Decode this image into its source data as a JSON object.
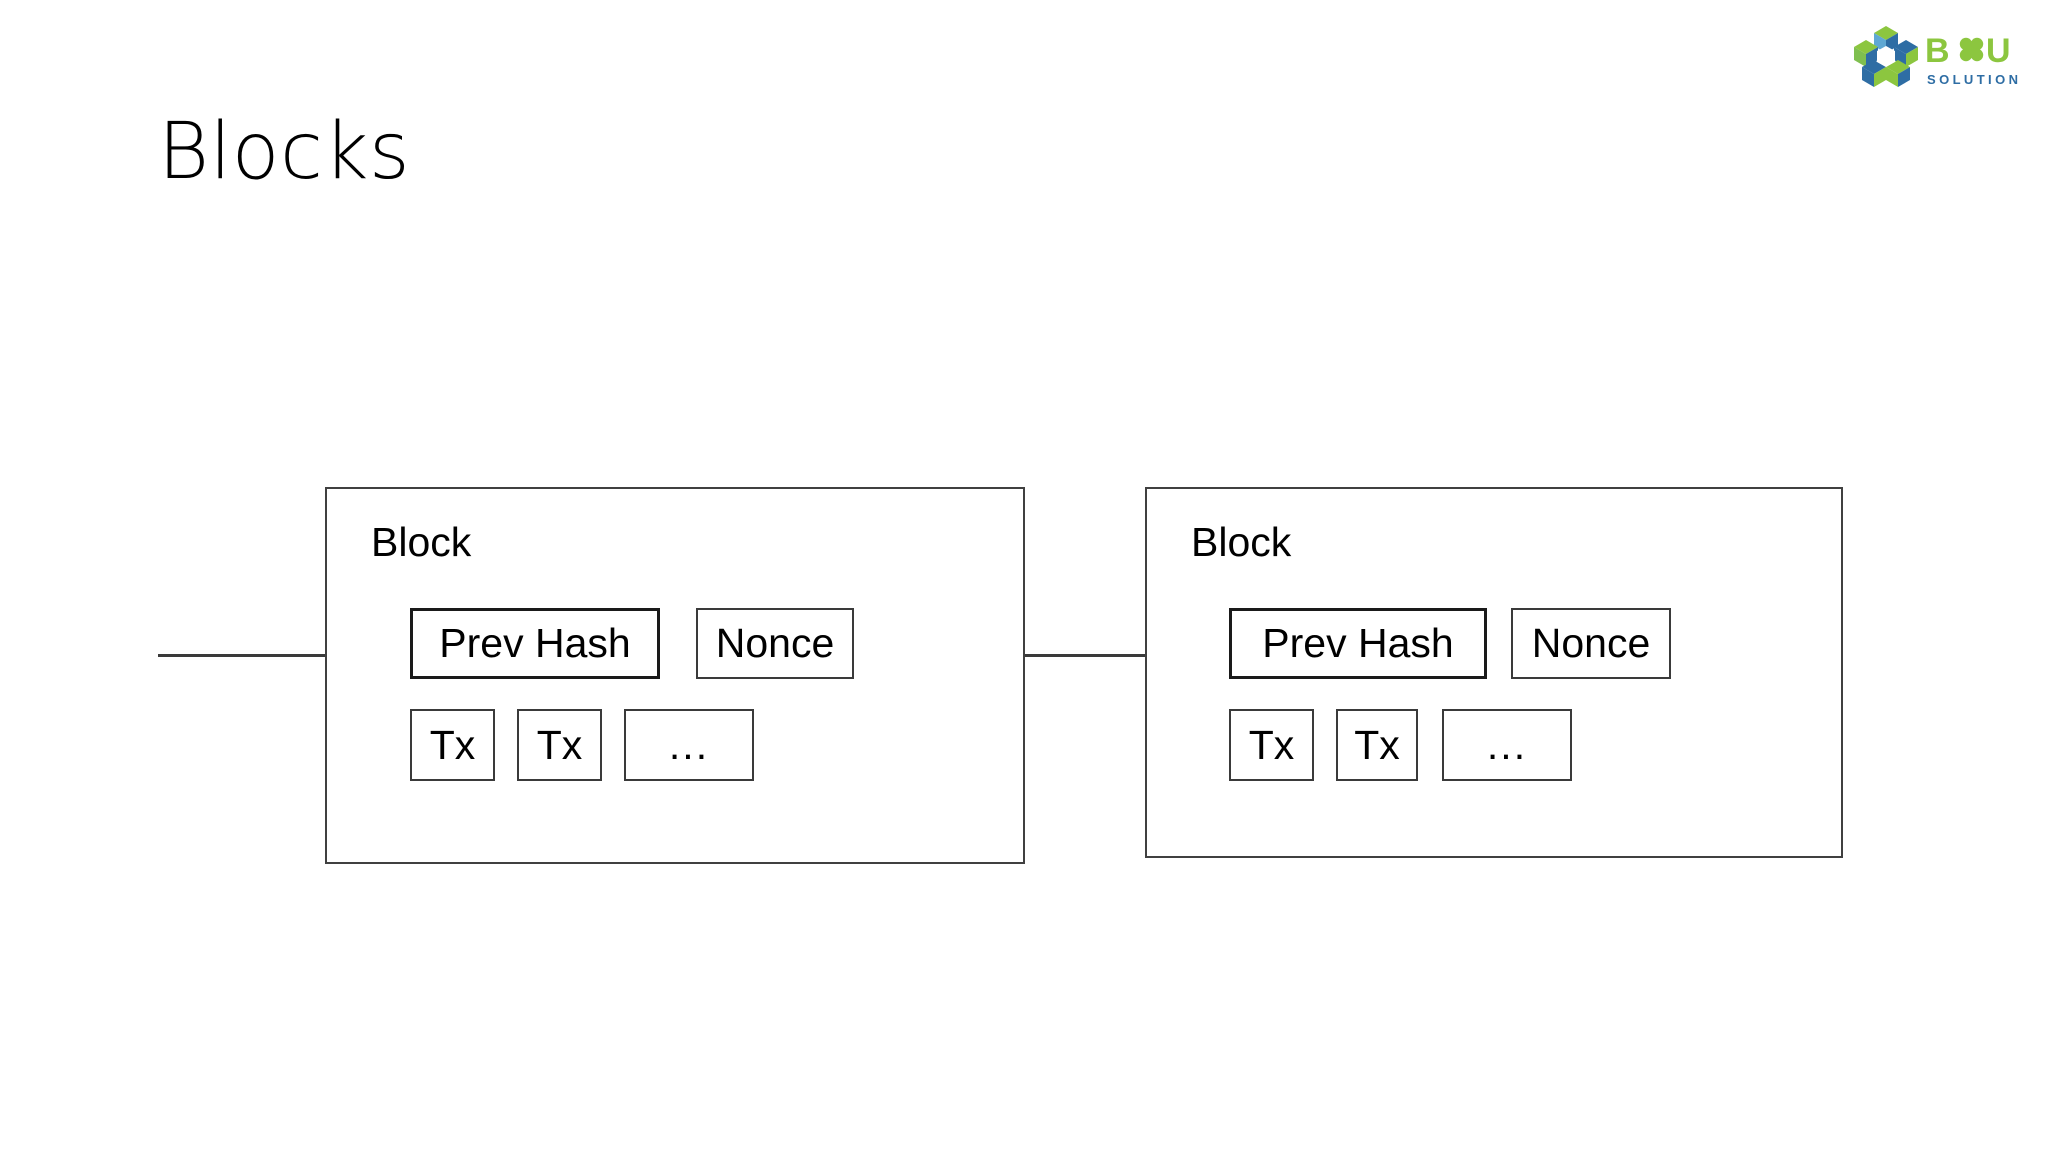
{
  "slide": {
    "title": "Blocks",
    "background_color": "#ffffff"
  },
  "logo": {
    "name": "bu-solution-logo",
    "brand_text_b": "B",
    "brand_text_u": "U",
    "tagline": "SOLUTION",
    "green": "#8CC63F",
    "blue": "#2E6DA4",
    "light_green": "#A6CE39",
    "dark_blue": "#1F4E79"
  },
  "diagram": {
    "type": "blockchain-chain",
    "blocks": [
      {
        "id": "block-1",
        "title": "Block",
        "header_fields": [
          {
            "label": "Prev Hash",
            "emphasis": "thick"
          },
          {
            "label": "Nonce",
            "emphasis": "thin"
          }
        ],
        "tx_fields": [
          {
            "label": "Tx"
          },
          {
            "label": "Tx"
          },
          {
            "label": "..."
          }
        ]
      },
      {
        "id": "block-2",
        "title": "Block",
        "header_fields": [
          {
            "label": "Prev Hash",
            "emphasis": "thick"
          },
          {
            "label": "Nonce",
            "emphasis": "thin"
          }
        ],
        "tx_fields": [
          {
            "label": "Tx"
          },
          {
            "label": "Tx"
          },
          {
            "label": "..."
          }
        ]
      }
    ],
    "arrows": [
      {
        "name": "arrow-into-block-1",
        "from": "chain-left",
        "to": "block-1-prev-hash"
      },
      {
        "name": "arrow-block-1-to-block-2",
        "from": "block-1",
        "to": "block-2-prev-hash"
      }
    ],
    "line_color": "#3a3a3a",
    "box_border_color": "#404040",
    "text_color": "#000000"
  }
}
